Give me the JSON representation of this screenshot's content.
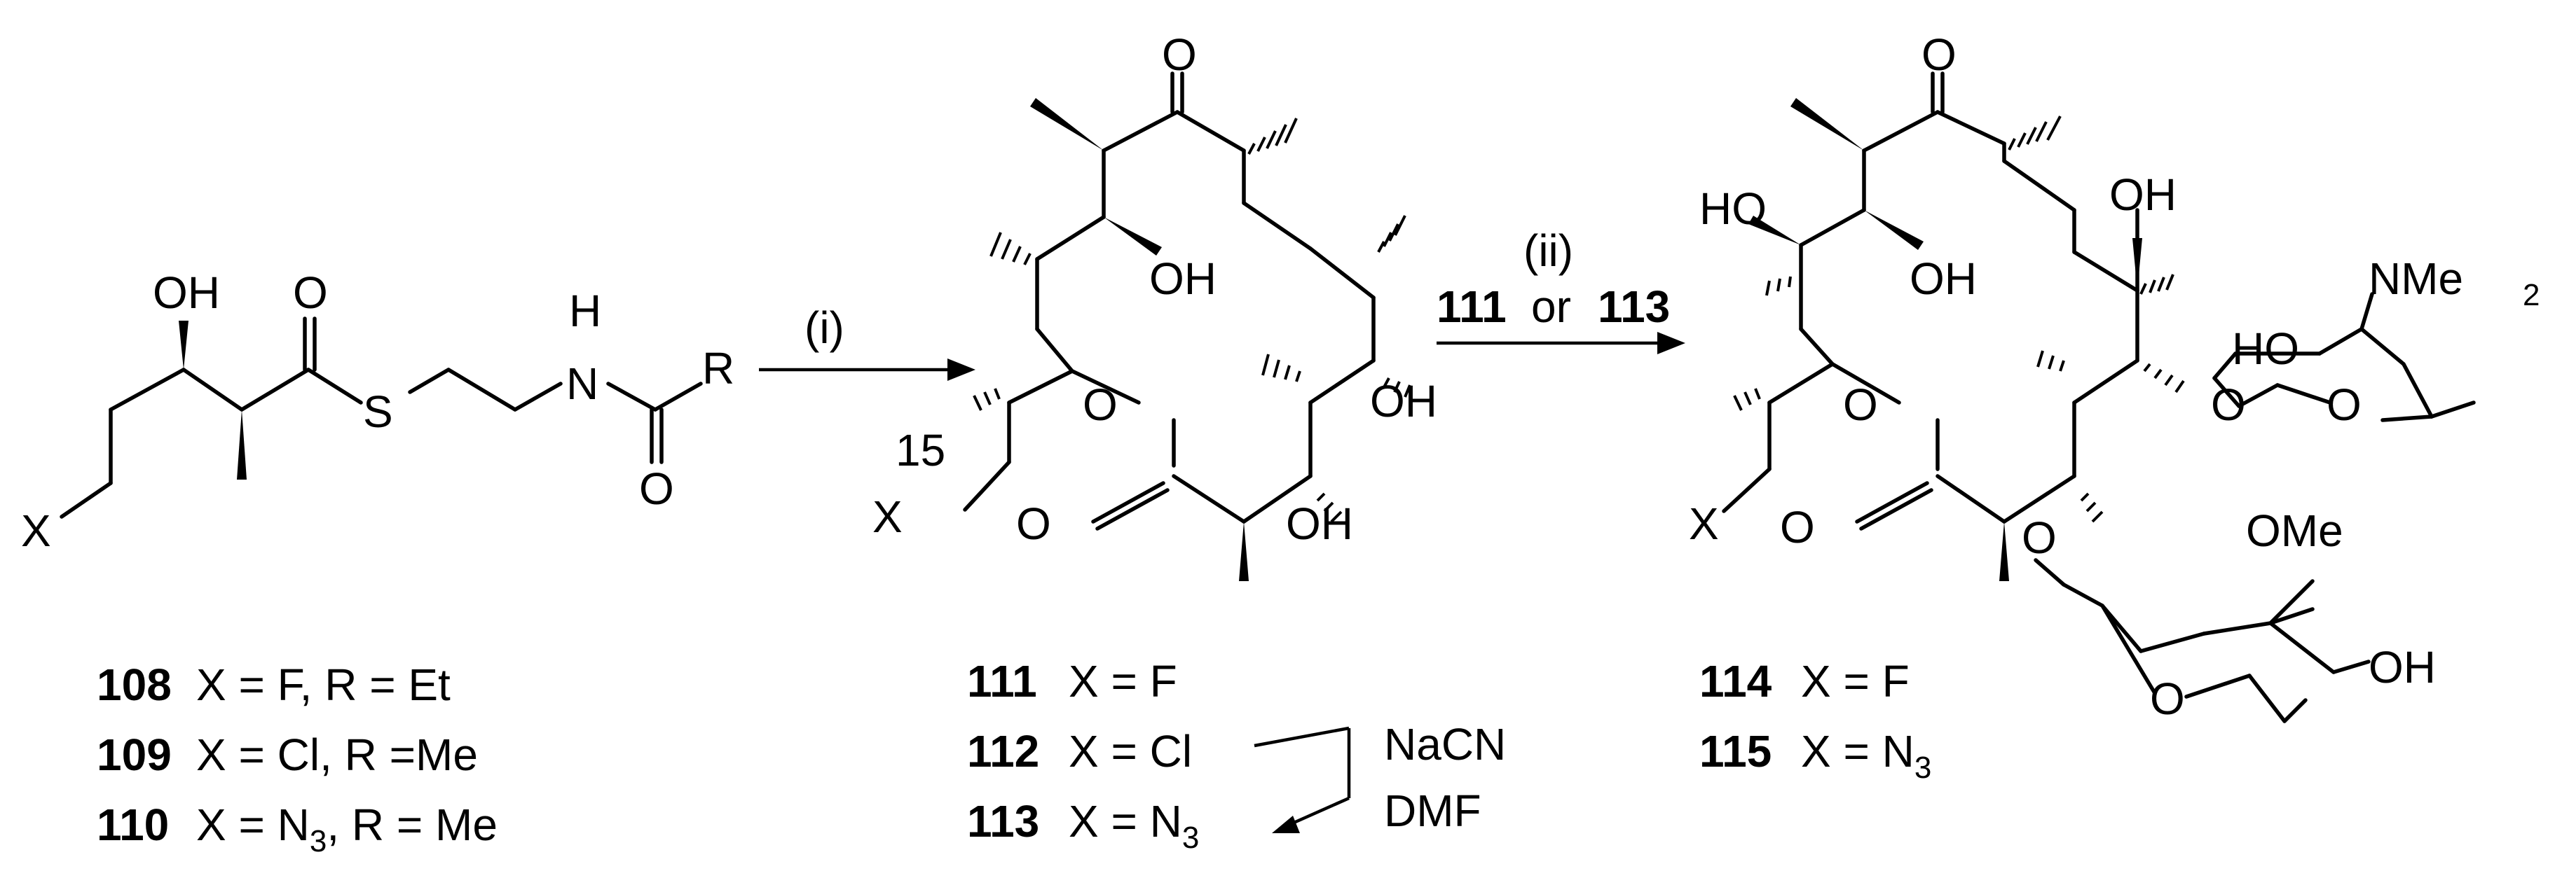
{
  "atoms": {
    "oh": "OH",
    "ho": "HO",
    "o": "O",
    "s": "S",
    "n": "N",
    "h": "H",
    "r": "R",
    "x": "X",
    "nme": "NMe",
    "two": "2",
    "ome": "OMe",
    "locant15": "15"
  },
  "reagents": {
    "step1": "(i)",
    "step2": "(ii)",
    "step2_cpd_a": "111",
    "step2_or": "or",
    "step2_cpd_b": "113",
    "nacn": "NaCN",
    "dmf": "DMF"
  },
  "compounds": [
    {
      "id": "108",
      "label": "X = F,  R = Et"
    },
    {
      "id": "109",
      "label": "X = Cl, R =Me"
    },
    {
      "id": "110",
      "label_a": "X = N",
      "sub": "3",
      "label_b": ", R = Me"
    },
    {
      "id": "111",
      "label": "X = F"
    },
    {
      "id": "112",
      "label": "X = Cl"
    },
    {
      "id": "113",
      "label_a": "X = N",
      "sub": "3"
    },
    {
      "id": "114",
      "label": "X = F"
    },
    {
      "id": "115",
      "label_a": "X = N",
      "sub": "3"
    }
  ]
}
